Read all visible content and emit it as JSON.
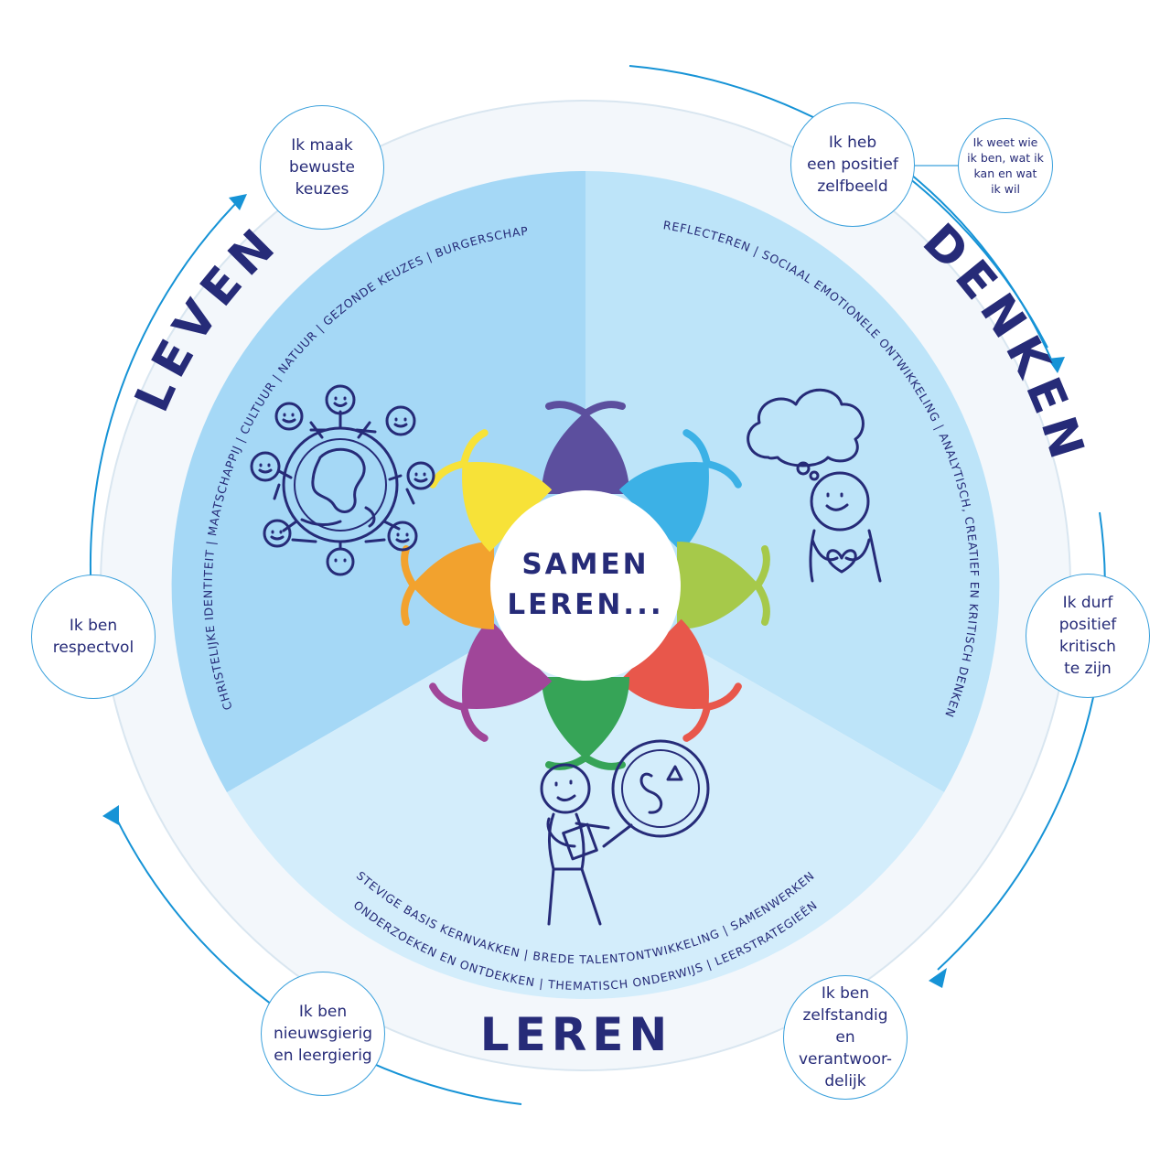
{
  "center": {
    "title": "SAMEN\nLEREN..."
  },
  "sectors": {
    "leven": {
      "label": "LEVEN",
      "keywords": "CHRISTELIJKE IDENTITEIT | MAATSCHAPPIJ | CULTUUR | NATUUR | GEZONDE KEUZES | BURGERSCHAP",
      "fill": "#a5d8f6"
    },
    "denken": {
      "label": "DENKEN",
      "keywords": "REFLECTEREN | SOCIAAL EMOTIONELE ONTWIKKELING | ANALYTISCH, CREATIEF EN KRITISCH DENKEN",
      "fill": "#bde4f9"
    },
    "leren": {
      "label": "LEREN",
      "keywords_line1": "STEVIGE BASIS KERNVAKKEN | BREDE TALENTONTWIKKELING | SAMENWERKEN",
      "keywords_line2": "ONDERZOEKEN EN ONTDEKKEN | THEMATISCH ONDERWIJS | LEERSTRATEGIEËN",
      "fill": "#d3edfb"
    }
  },
  "bubbles": {
    "keuzes": "Ik maak\nbewuste\nkeuzes",
    "zelfbeeld": "Ik heb\neen positief\nzelfbeeld",
    "weet": "Ik weet wie\nik ben, wat ik\nkan en wat\nik wil",
    "kritisch": "Ik durf\npositief\nkritisch\nte zijn",
    "zelfstandig": "Ik ben\nzelfstandig en\nverantwoor-\ndelijk",
    "nieuwsgierig": "Ik ben\nnieuwsgierig\nen leergierig",
    "respectvol": "Ik ben\nrespectvol"
  },
  "colors": {
    "text": "#262b78",
    "ring": "#f3f7fb",
    "arrow": "#1693d6",
    "bubble_border": "#3aa0dc",
    "petals": [
      "#5c4f9e",
      "#3cb1e6",
      "#a6c94a",
      "#e8574b",
      "#36a457",
      "#a04699",
      "#f2a22e",
      "#f7e238"
    ]
  },
  "icons": [
    "globe-children-icon",
    "thought-cloud-person-icon",
    "magnifier-person-icon",
    "flower-petals-icon",
    "cycle-arrow-icon"
  ]
}
